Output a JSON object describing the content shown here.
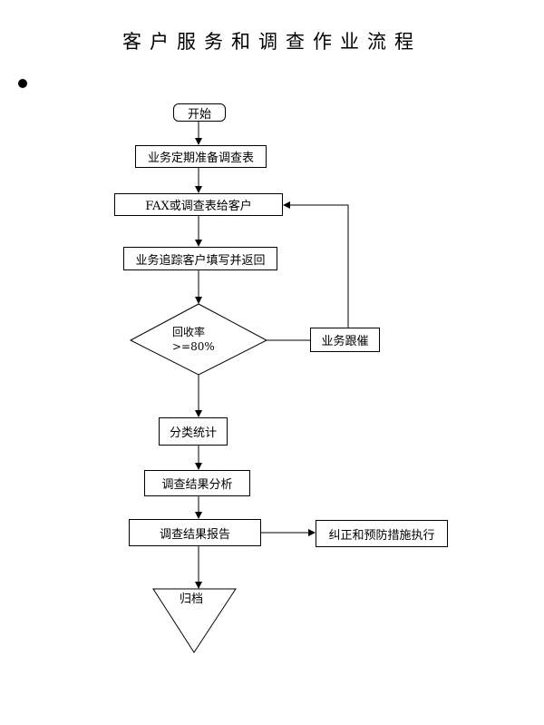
{
  "title": "客户服务和调查作业流程",
  "flow": {
    "start": "开始",
    "prepare": "业务定期准备调查表",
    "fax": "FAX或调查表给客户",
    "track": "业务追踪客户填写并返回",
    "decision_line1": "回收率",
    "decision_line2": ">=80%",
    "urge": "业务跟催",
    "classify": "分类统计",
    "analyze": "调查结果分析",
    "report": "调查结果报告",
    "correct": "纠正和预防措施执行",
    "archive": "归档"
  }
}
